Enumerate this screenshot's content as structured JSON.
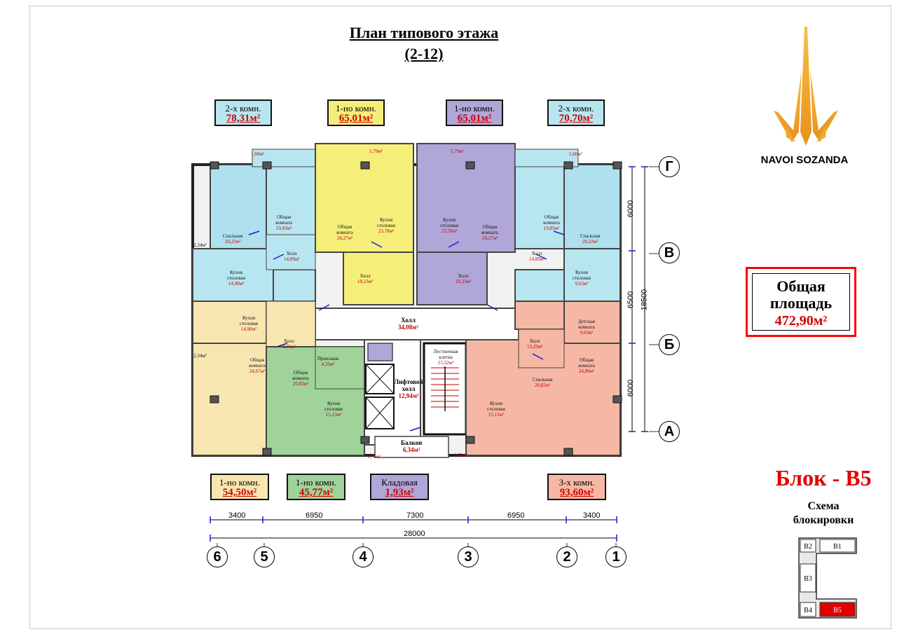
{
  "title": {
    "line1": "План типового этажа",
    "line2": "(2-12)"
  },
  "apartments_top": [
    {
      "type": "2-х комн.",
      "area": "78,31м²",
      "color": "#b8e6f0"
    },
    {
      "type": "1-но комн.",
      "area": "65,01м²",
      "color": "#f5ef7a"
    },
    {
      "type": "1-но комн.",
      "area": "65,01м²",
      "color": "#b0a6d8"
    },
    {
      "type": "2-х комн.",
      "area": "70,70м²",
      "color": "#b8e6f0"
    }
  ],
  "apartments_bottom": [
    {
      "type": "1-но комн.",
      "area": "54,50м²",
      "color": "#f8e6b0"
    },
    {
      "type": "1-но комн.",
      "area": "45,77м²",
      "color": "#9fd39a"
    },
    {
      "type": "Кладовая",
      "area": "1,93м²",
      "color": "#b0a6d8"
    },
    {
      "type": "3-х комн.",
      "area": "93,60м²",
      "color": "#f6b8a4"
    }
  ],
  "total": {
    "label_line1": "Общая",
    "label_line2": "площадь",
    "area": "472,90м²"
  },
  "brand": {
    "name": "NAVOI SOZANDA"
  },
  "block": {
    "title": "Блок - В5",
    "scheme_line1": "Схема",
    "scheme_line2": "блокировки"
  },
  "scheme_blocks": [
    "В2",
    "В1",
    "В3",
    "В4",
    "В5"
  ],
  "axes_letters": [
    "Г",
    "В",
    "Б",
    "А"
  ],
  "axes_numbers": [
    "6",
    "5",
    "4",
    "3",
    "2",
    "1"
  ],
  "dims_horizontal": [
    "3400",
    "6950",
    "7300",
    "6950",
    "3400"
  ],
  "dim_total_horizontal": "28000",
  "dims_vertical": [
    "6000",
    "6500",
    "6000"
  ],
  "dim_total_vertical": "18500",
  "rooms": [
    {
      "name": "Спальная",
      "area": "20,22м²"
    },
    {
      "name": "Общая комната",
      "area": "19,83м²"
    },
    {
      "name": "Холл",
      "area": "14,89м²"
    },
    {
      "name": "Кухня столовая",
      "area": "14,90м²"
    },
    {
      "name": "Общая комната",
      "area": "24,27м²"
    },
    {
      "name": "Кухня столовая",
      "area": "23,78м²"
    },
    {
      "name": "Холл",
      "area": "10,23м²"
    },
    {
      "name": "Кухня столовая",
      "area": "23,78м²"
    },
    {
      "name": "Общая комната",
      "area": "24,27м²"
    },
    {
      "name": "Холл",
      "area": "10,23м²"
    },
    {
      "name": "Общая комната",
      "area": "19,83м²"
    },
    {
      "name": "Спальная",
      "area": "20,22м²"
    },
    {
      "name": "Холл",
      "area": "14,89м²"
    },
    {
      "name": "Кухня столовая",
      "area": "9,63м²"
    },
    {
      "name": "Кухня столовая",
      "area": "14,90м²"
    },
    {
      "name": "Холл",
      "area": "8,35м²"
    },
    {
      "name": "Общая комната",
      "area": "24,67м²"
    },
    {
      "name": "Общая комната",
      "area": "20,82м²"
    },
    {
      "name": "Кухня столовая",
      "area": "15,13м²"
    },
    {
      "name": "Прихожая",
      "area": "4,26м²"
    },
    {
      "name": "Холл",
      "area": "13,29м²"
    },
    {
      "name": "Детская комната",
      "area": "9,63м²"
    },
    {
      "name": "Спальная",
      "area": "20,82м²"
    },
    {
      "name": "Общая комната",
      "area": "24,89м²"
    },
    {
      "name": "Кухня столовая",
      "area": "15,13м²"
    }
  ],
  "common": {
    "hall": {
      "name": "Холл",
      "area": "34,08м²"
    },
    "lift_hall": {
      "name": "Лифтовой холл",
      "area": "12,94м²"
    },
    "stair": {
      "name": "Лестничная клетка",
      "area": "15,52м²"
    },
    "balcony": {
      "name": "Балкон",
      "area": "6,34м²"
    }
  },
  "small_areas": [
    "1,60м²",
    "1,79м²",
    "1,79м²",
    "1,60м²",
    "2,34м²",
    "2,34м²",
    "1,76м²",
    "1,76м²"
  ]
}
